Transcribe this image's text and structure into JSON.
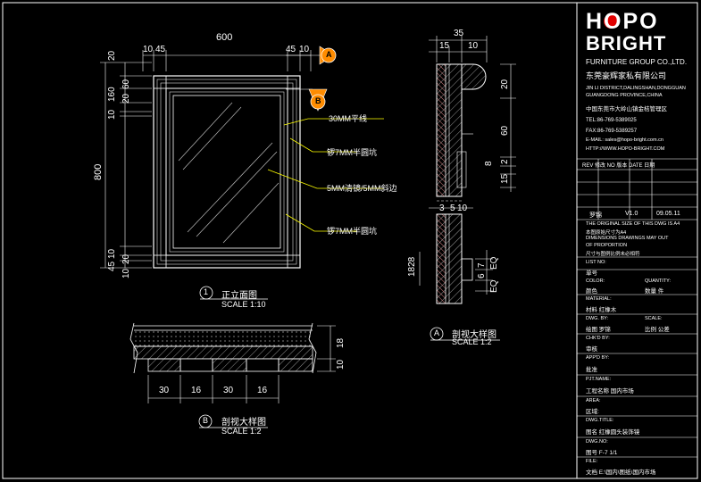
{
  "colors": {
    "background": "#000000",
    "frame": "#ffffff",
    "dimension": "#ffffff",
    "leader": "#ffff00",
    "callout_fill": "#ff8c00",
    "hatch": "#c8c8c8",
    "logo_red": "#e00000"
  },
  "elevation": {
    "dim_top": [
      "10",
      "45",
      "600",
      "45",
      "10"
    ],
    "dim_left_top": [
      "20",
      "60",
      "160",
      "20",
      "10"
    ],
    "dim_left_bottom": [
      "10",
      "20",
      "45",
      "10"
    ],
    "dim_height": "800",
    "callout_a": "A",
    "callout_b": "B",
    "notes": [
      "30MM平线",
      "锣7MM半圆坑",
      "5MM清镜/5MM斜边",
      "锣7MM半圆坑"
    ],
    "title_num": "1",
    "title": "正立面图",
    "scale": "SCALE 1:10"
  },
  "section_a": {
    "dim_top": [
      "35",
      "15",
      "10"
    ],
    "dim_right": [
      "20",
      "60",
      "8",
      "2",
      "15"
    ],
    "dim_mid": [
      "3",
      "5",
      "10"
    ],
    "dim_left": "1828",
    "dim_lower_right": [
      "7",
      "6",
      "EQ",
      "EQ"
    ],
    "title_letter": "A",
    "title": "剖视大样图",
    "scale": "SCALE 1:2"
  },
  "section_b": {
    "dim_bottom": [
      "30",
      "16",
      "30",
      "16"
    ],
    "dim_right": [
      "10",
      "18"
    ],
    "title_letter": "B",
    "title": "剖视大样图",
    "scale": "SCALE 1:2"
  },
  "titleblock": {
    "logo_top": "HOPO",
    "logo_bottom": "BRIGHT",
    "group": "FURNITURE GROUP CO.,LTD.",
    "company_cn": "东莞豪辉家私有限公司",
    "address_en": [
      "JIN LI DISTRICT,DALINGSHAN,DONGGUAN",
      "GUANGDONG PROVINCE,CHINA"
    ],
    "address_cn": "中国东莞市大岭山镇金桔管理区",
    "tel": "TEL:86-769-5389025",
    "fax": "FAX:86-769-5389257",
    "email": "E-MAIL: sales@hopo-bright.com.cn",
    "http": "HTTP://WWW.HOPO-BRIGHT.COM",
    "revision_header": "REV 修改    NO 版本    DATE 日期",
    "revision_row": [
      "罗锦",
      "V1.0",
      "09.05.11"
    ],
    "disclaimer": [
      "THE ORIGINAL SIZE OF THIS DWG IS A4",
      "本图原始尺寸为A4",
      "DIMENSIONS DRAWINGS MAY OUT",
      "OF PROPORTION",
      "尺寸与图例比例未必相符"
    ],
    "fields": [
      {
        "label": "LIST NO:",
        "value": "单号"
      },
      {
        "label": "COLOR:",
        "value": "颜色",
        "extra_label": "QUANTITY:",
        "extra_value": "数量    件"
      },
      {
        "label": "MATERIAL:",
        "value": "材料    红橡木"
      },
      {
        "label": "DWG. BY:",
        "value": "绘图    罗锦",
        "extra_label": "SCALE:",
        "extra_value": "比例    公差"
      },
      {
        "label": "CHK'D BY:",
        "value": "审核"
      },
      {
        "label": "APP'D BY:",
        "value": "批准"
      },
      {
        "label": "PJT.NAME:",
        "value": "工程名称        国内市场"
      },
      {
        "label": "AREA:",
        "value": "区域:"
      },
      {
        "label": "DWG.TITLE:",
        "value": "图名          红橡圆头装饰镜"
      },
      {
        "label": "DWG.NO:",
        "value": "图号          F-7        1/1"
      },
      {
        "label": "FILE:",
        "value": "文档          E:\\国内\\图纸\\国内市场"
      }
    ]
  }
}
